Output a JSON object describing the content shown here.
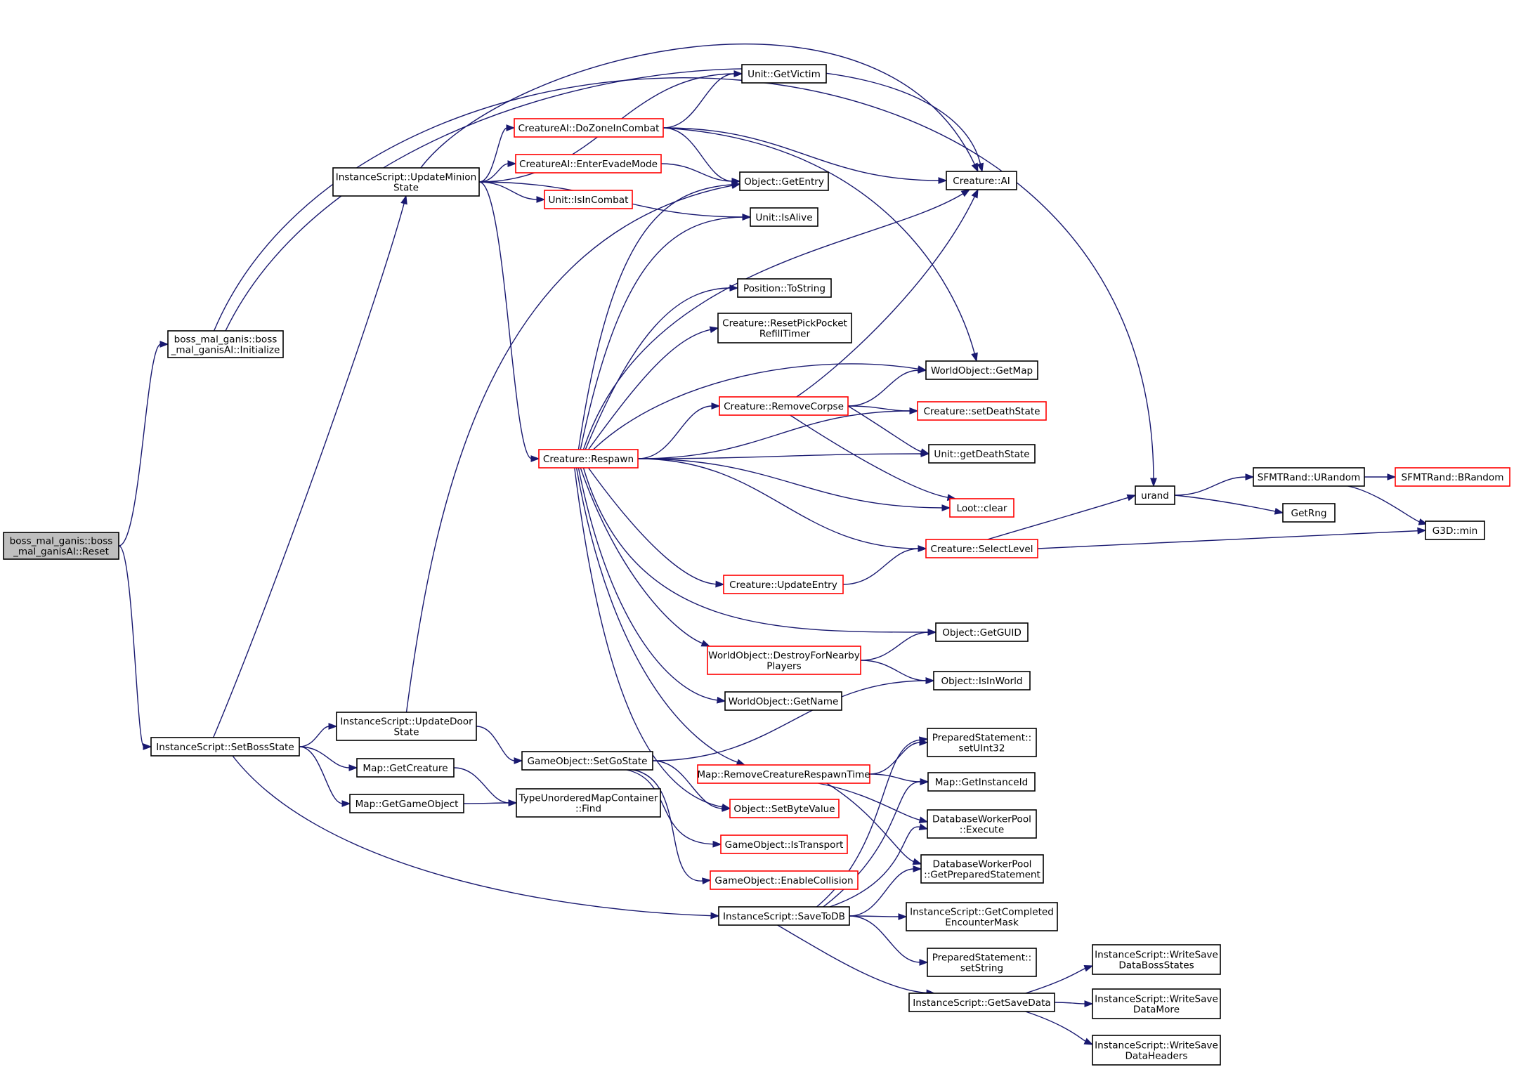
{
  "colors": {
    "edge": "#191970",
    "node_border": "#000000",
    "node_border_truncated": "#ff0000",
    "root_fill": "#bfbfbf",
    "node_fill": "#ffffff"
  },
  "graph": {
    "nodes": [
      {
        "id": "n_reset",
        "lines": [
          "boss_mal_ganis::boss",
          "_mal_ganisAI::Reset"
        ],
        "style": "root"
      },
      {
        "id": "n_initialize",
        "lines": [
          "boss_mal_ganis::boss",
          "_mal_ganisAI::Initialize"
        ],
        "style": "normal"
      },
      {
        "id": "n_setbossstate",
        "lines": [
          "InstanceScript::SetBossState"
        ],
        "style": "normal"
      },
      {
        "id": "n_updateminion",
        "lines": [
          "InstanceScript::UpdateMinion",
          "State"
        ],
        "style": "normal"
      },
      {
        "id": "n_updatedoor",
        "lines": [
          "InstanceScript::UpdateDoor",
          "State"
        ],
        "style": "normal"
      },
      {
        "id": "n_getcreature",
        "lines": [
          "Map::GetCreature"
        ],
        "style": "normal"
      },
      {
        "id": "n_getgameobject",
        "lines": [
          "Map::GetGameObject"
        ],
        "style": "normal"
      },
      {
        "id": "n_setgostate",
        "lines": [
          "GameObject::SetGoState"
        ],
        "style": "normal"
      },
      {
        "id": "n_find",
        "lines": [
          "TypeUnorderedMapContainer",
          "::Find"
        ],
        "style": "normal"
      },
      {
        "id": "n_dozone",
        "lines": [
          "CreatureAI::DoZoneInCombat"
        ],
        "style": "truncated"
      },
      {
        "id": "n_evade",
        "lines": [
          "CreatureAI::EnterEvadeMode"
        ],
        "style": "truncated"
      },
      {
        "id": "n_isincombat",
        "lines": [
          "Unit::IsInCombat"
        ],
        "style": "truncated"
      },
      {
        "id": "n_getvictim",
        "lines": [
          "Unit::GetVictim"
        ],
        "style": "normal"
      },
      {
        "id": "n_getentry",
        "lines": [
          "Object::GetEntry"
        ],
        "style": "normal"
      },
      {
        "id": "n_isalive",
        "lines": [
          "Unit::IsAlive"
        ],
        "style": "normal"
      },
      {
        "id": "n_respawn",
        "lines": [
          "Creature::Respawn"
        ],
        "style": "truncated"
      },
      {
        "id": "n_tostring",
        "lines": [
          "Position::ToString"
        ],
        "style": "normal"
      },
      {
        "id": "n_resetpick",
        "lines": [
          "Creature::ResetPickPocket",
          "RefillTimer"
        ],
        "style": "normal"
      },
      {
        "id": "n_removecorpse",
        "lines": [
          "Creature::RemoveCorpse"
        ],
        "style": "truncated"
      },
      {
        "id": "n_updateentry",
        "lines": [
          "Creature::UpdateEntry"
        ],
        "style": "truncated"
      },
      {
        "id": "n_destroynearby",
        "lines": [
          "WorldObject::DestroyForNearby",
          "Players"
        ],
        "style": "truncated"
      },
      {
        "id": "n_getname",
        "lines": [
          "WorldObject::GetName"
        ],
        "style": "normal"
      },
      {
        "id": "n_removerespawn",
        "lines": [
          "Map::RemoveCreatureRespawnTime"
        ],
        "style": "truncated"
      },
      {
        "id": "n_setbyte",
        "lines": [
          "Object::SetByteValue"
        ],
        "style": "truncated"
      },
      {
        "id": "n_istransport",
        "lines": [
          "GameObject::IsTransport"
        ],
        "style": "truncated"
      },
      {
        "id": "n_enablecoll",
        "lines": [
          "GameObject::EnableCollision"
        ],
        "style": "truncated"
      },
      {
        "id": "n_savetodb",
        "lines": [
          "InstanceScript::SaveToDB"
        ],
        "style": "normal"
      },
      {
        "id": "n_creatureai",
        "lines": [
          "Creature::AI"
        ],
        "style": "normal"
      },
      {
        "id": "n_getmap",
        "lines": [
          "WorldObject::GetMap"
        ],
        "style": "normal"
      },
      {
        "id": "n_setdeath",
        "lines": [
          "Creature::setDeathState"
        ],
        "style": "truncated"
      },
      {
        "id": "n_getdeath",
        "lines": [
          "Unit::getDeathState"
        ],
        "style": "normal"
      },
      {
        "id": "n_lootclear",
        "lines": [
          "Loot::clear"
        ],
        "style": "truncated"
      },
      {
        "id": "n_selectlevel",
        "lines": [
          "Creature::SelectLevel"
        ],
        "style": "truncated"
      },
      {
        "id": "n_getguid",
        "lines": [
          "Object::GetGUID"
        ],
        "style": "normal"
      },
      {
        "id": "n_isinworld",
        "lines": [
          "Object::IsInWorld"
        ],
        "style": "normal"
      },
      {
        "id": "n_setuint32",
        "lines": [
          "PreparedStatement::",
          "setUInt32"
        ],
        "style": "normal"
      },
      {
        "id": "n_getinstanceid",
        "lines": [
          "Map::GetInstanceId"
        ],
        "style": "normal"
      },
      {
        "id": "n_execute",
        "lines": [
          "DatabaseWorkerPool",
          "::Execute"
        ],
        "style": "normal"
      },
      {
        "id": "n_getprepared",
        "lines": [
          "DatabaseWorkerPool",
          "::GetPreparedStatement"
        ],
        "style": "normal"
      },
      {
        "id": "n_getcompleted",
        "lines": [
          "InstanceScript::GetCompleted",
          "EncounterMask"
        ],
        "style": "normal"
      },
      {
        "id": "n_setstring",
        "lines": [
          "PreparedStatement::",
          "setString"
        ],
        "style": "normal"
      },
      {
        "id": "n_getsavedata",
        "lines": [
          "InstanceScript::GetSaveData"
        ],
        "style": "normal"
      },
      {
        "id": "n_urand",
        "lines": [
          "urand"
        ],
        "style": "normal"
      },
      {
        "id": "n_sfmturandom",
        "lines": [
          "SFMTRand::URandom"
        ],
        "style": "normal"
      },
      {
        "id": "n_sfmtbrandom",
        "lines": [
          "SFMTRand::BRandom"
        ],
        "style": "truncated"
      },
      {
        "id": "n_getrng",
        "lines": [
          "GetRng"
        ],
        "style": "normal"
      },
      {
        "id": "n_g3dmin",
        "lines": [
          "G3D::min"
        ],
        "style": "normal"
      },
      {
        "id": "n_writeboss",
        "lines": [
          "InstanceScript::WriteSave",
          "DataBossStates"
        ],
        "style": "normal"
      },
      {
        "id": "n_writemore",
        "lines": [
          "InstanceScript::WriteSave",
          "DataMore"
        ],
        "style": "normal"
      },
      {
        "id": "n_writeheaders",
        "lines": [
          "InstanceScript::WriteSave",
          "DataHeaders"
        ],
        "style": "normal"
      }
    ],
    "edges": [
      {
        "from": "n_reset",
        "to": "n_initialize"
      },
      {
        "from": "n_reset",
        "to": "n_setbossstate"
      },
      {
        "from": "n_initialize",
        "to": "n_creatureai"
      },
      {
        "from": "n_initialize",
        "to": "n_urand"
      },
      {
        "from": "n_setbossstate",
        "to": "n_updateminion"
      },
      {
        "from": "n_setbossstate",
        "to": "n_updatedoor"
      },
      {
        "from": "n_setbossstate",
        "to": "n_getcreature"
      },
      {
        "from": "n_setbossstate",
        "to": "n_getgameobject"
      },
      {
        "from": "n_setbossstate",
        "to": "n_savetodb"
      },
      {
        "from": "n_updateminion",
        "to": "n_dozone"
      },
      {
        "from": "n_updateminion",
        "to": "n_evade"
      },
      {
        "from": "n_updateminion",
        "to": "n_isincombat"
      },
      {
        "from": "n_updateminion",
        "to": "n_getvictim"
      },
      {
        "from": "n_updateminion",
        "to": "n_isalive"
      },
      {
        "from": "n_updateminion",
        "to": "n_creatureai"
      },
      {
        "from": "n_updateminion",
        "to": "n_respawn"
      },
      {
        "from": "n_dozone",
        "to": "n_getvictim"
      },
      {
        "from": "n_dozone",
        "to": "n_getentry"
      },
      {
        "from": "n_dozone",
        "to": "n_creatureai"
      },
      {
        "from": "n_dozone",
        "to": "n_getmap"
      },
      {
        "from": "n_evade",
        "to": "n_getentry"
      },
      {
        "from": "n_updatedoor",
        "to": "n_setgostate"
      },
      {
        "from": "n_updatedoor",
        "to": "n_getentry"
      },
      {
        "from": "n_getcreature",
        "to": "n_find"
      },
      {
        "from": "n_getgameobject",
        "to": "n_find"
      },
      {
        "from": "n_setgostate",
        "to": "n_isinworld"
      },
      {
        "from": "n_setgostate",
        "to": "n_setbyte"
      },
      {
        "from": "n_setgostate",
        "to": "n_istransport"
      },
      {
        "from": "n_setgostate",
        "to": "n_enablecoll"
      },
      {
        "from": "n_respawn",
        "to": "n_getentry"
      },
      {
        "from": "n_respawn",
        "to": "n_isalive"
      },
      {
        "from": "n_respawn",
        "to": "n_creatureai"
      },
      {
        "from": "n_respawn",
        "to": "n_tostring"
      },
      {
        "from": "n_respawn",
        "to": "n_resetpick"
      },
      {
        "from": "n_respawn",
        "to": "n_getmap"
      },
      {
        "from": "n_respawn",
        "to": "n_removecorpse"
      },
      {
        "from": "n_respawn",
        "to": "n_setdeath"
      },
      {
        "from": "n_respawn",
        "to": "n_getdeath"
      },
      {
        "from": "n_respawn",
        "to": "n_lootclear"
      },
      {
        "from": "n_respawn",
        "to": "n_selectlevel"
      },
      {
        "from": "n_respawn",
        "to": "n_updateentry"
      },
      {
        "from": "n_respawn",
        "to": "n_getguid"
      },
      {
        "from": "n_respawn",
        "to": "n_destroynearby"
      },
      {
        "from": "n_respawn",
        "to": "n_getname"
      },
      {
        "from": "n_respawn",
        "to": "n_removerespawn"
      },
      {
        "from": "n_respawn",
        "to": "n_setbyte"
      },
      {
        "from": "n_removecorpse",
        "to": "n_creatureai"
      },
      {
        "from": "n_removecorpse",
        "to": "n_getmap"
      },
      {
        "from": "n_removecorpse",
        "to": "n_setdeath"
      },
      {
        "from": "n_removecorpse",
        "to": "n_getdeath"
      },
      {
        "from": "n_removecorpse",
        "to": "n_lootclear"
      },
      {
        "from": "n_updateentry",
        "to": "n_selectlevel"
      },
      {
        "from": "n_destroynearby",
        "to": "n_getguid"
      },
      {
        "from": "n_destroynearby",
        "to": "n_isinworld"
      },
      {
        "from": "n_removerespawn",
        "to": "n_setuint32"
      },
      {
        "from": "n_removerespawn",
        "to": "n_getinstanceid"
      },
      {
        "from": "n_removerespawn",
        "to": "n_execute"
      },
      {
        "from": "n_removerespawn",
        "to": "n_getprepared"
      },
      {
        "from": "n_savetodb",
        "to": "n_setuint32"
      },
      {
        "from": "n_savetodb",
        "to": "n_getinstanceid"
      },
      {
        "from": "n_savetodb",
        "to": "n_execute"
      },
      {
        "from": "n_savetodb",
        "to": "n_getprepared"
      },
      {
        "from": "n_savetodb",
        "to": "n_getcompleted"
      },
      {
        "from": "n_savetodb",
        "to": "n_setstring"
      },
      {
        "from": "n_savetodb",
        "to": "n_getsavedata"
      },
      {
        "from": "n_selectlevel",
        "to": "n_urand"
      },
      {
        "from": "n_selectlevel",
        "to": "n_g3dmin"
      },
      {
        "from": "n_urand",
        "to": "n_sfmturandom"
      },
      {
        "from": "n_urand",
        "to": "n_getrng"
      },
      {
        "from": "n_sfmturandom",
        "to": "n_sfmtbrandom"
      },
      {
        "from": "n_sfmturandom",
        "to": "n_g3dmin"
      },
      {
        "from": "n_getsavedata",
        "to": "n_writeboss"
      },
      {
        "from": "n_getsavedata",
        "to": "n_writemore"
      },
      {
        "from": "n_getsavedata",
        "to": "n_writeheaders"
      }
    ]
  }
}
